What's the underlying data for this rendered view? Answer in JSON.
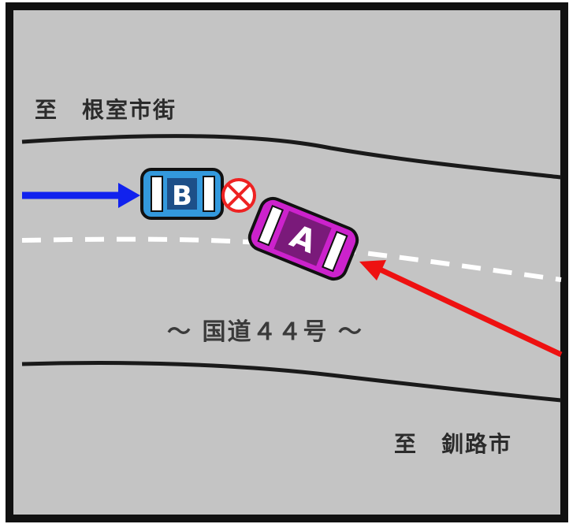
{
  "labels": {
    "north_destination": "至　根室市街",
    "south_destination": "至　釧路市",
    "road_name": "～ 国道４４号 ～"
  },
  "vehicles": {
    "a": {
      "letter": "A",
      "color": "#cc22cc",
      "direction_color": "#ee1111"
    },
    "b": {
      "letter": "B",
      "color": "#3399dd",
      "direction_color": "#1122ee"
    }
  },
  "collision": {
    "marker": "⊗",
    "color": "#ee2222"
  },
  "colors": {
    "background": "#c4c4c4",
    "frame": "#111111",
    "road_edge": "#1a1a1a",
    "lane_marking": "#ffffff"
  }
}
